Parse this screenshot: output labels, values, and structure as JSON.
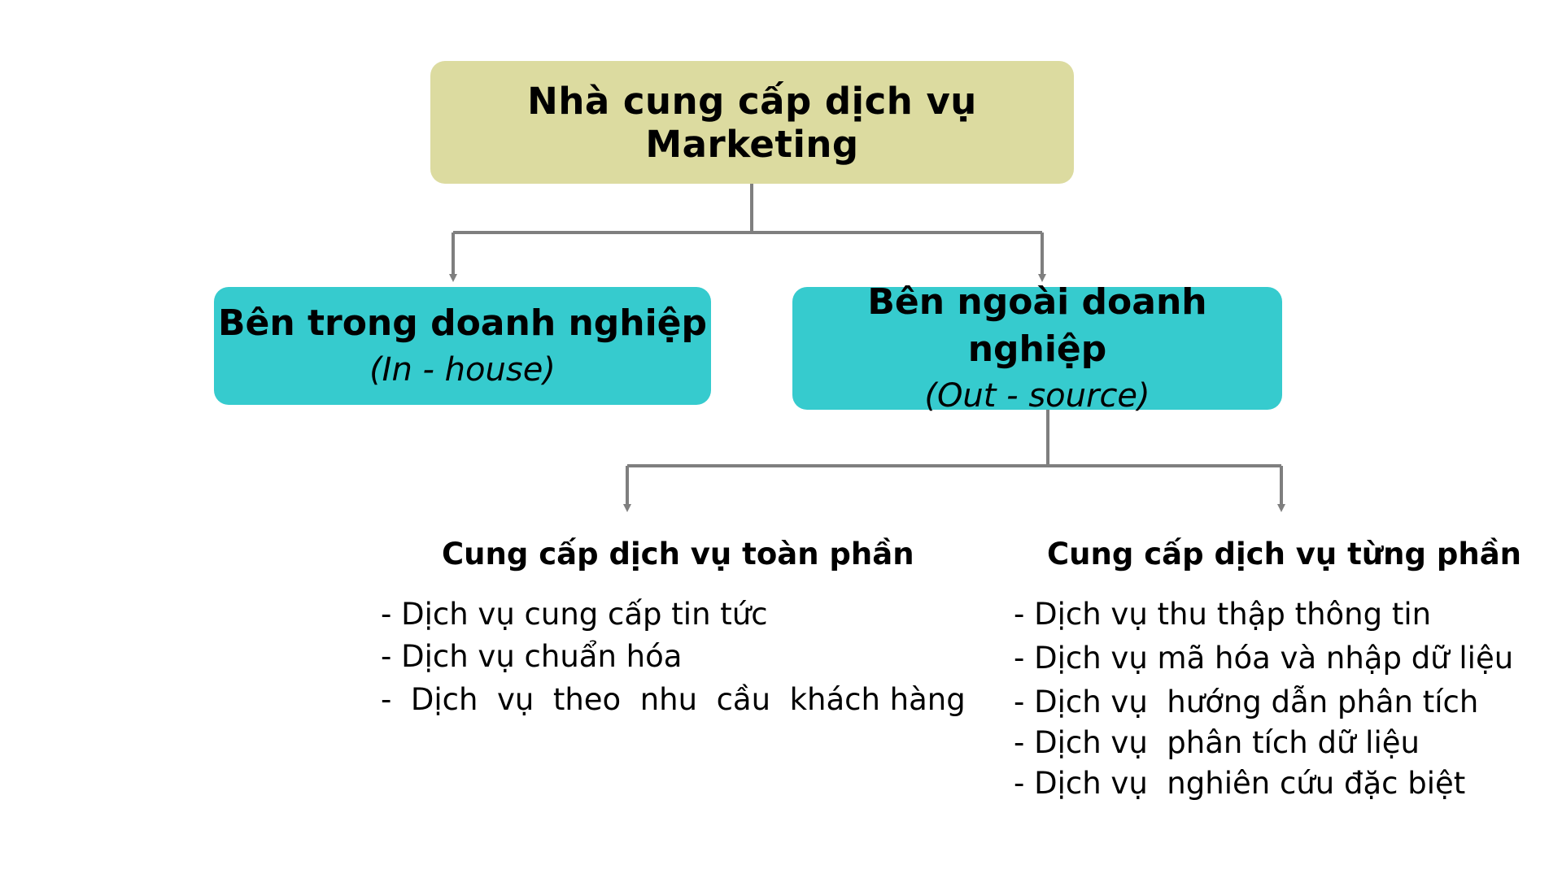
{
  "colors": {
    "root_fill": "#dcdba0",
    "category_fill": "#36cbce",
    "connector": "#7f7f7f"
  },
  "root": {
    "title": "Nhà cung cấp dịch vụ Marketing"
  },
  "categories": [
    {
      "title": "Bên trong doanh nghiệp",
      "subtitle": "(In - house)"
    },
    {
      "title": "Bên ngoài doanh nghiệp",
      "subtitle": "(Out - source)"
    }
  ],
  "outsource_groups": [
    {
      "heading": "Cung cấp dịch vụ toàn phần",
      "items": [
        "- Dịch vụ cung cấp tin tức",
        "- Dịch vụ chuẩn hóa",
        "-  Dịch  vụ  theo  nhu  cầu  khách hàng"
      ]
    },
    {
      "heading": "Cung cấp dịch vụ từng phần",
      "items": [
        "- Dịch vụ thu thập thông tin",
        "- Dịch vụ mã hóa và nhập dữ liệu",
        "- Dịch vụ  hướng dẫn phân tích",
        "- Dịch vụ  phân tích dữ liệu",
        "- Dịch vụ  nghiên cứu đặc biệt"
      ]
    }
  ]
}
